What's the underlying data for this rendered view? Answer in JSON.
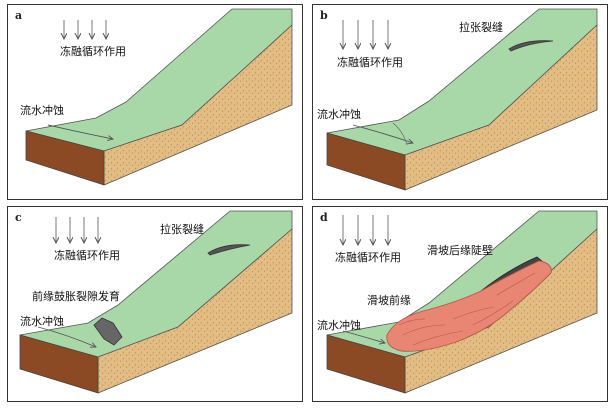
{
  "panels": [
    {
      "id": "a",
      "labels": {
        "freeze_thaw": "冻融循环作用",
        "erosion": "流水冲蚀"
      }
    },
    {
      "id": "b",
      "labels": {
        "freeze_thaw": "冻融循环作用",
        "crack": "拉张裂缝",
        "erosion": "流水冲蚀"
      }
    },
    {
      "id": "c",
      "labels": {
        "freeze_thaw": "冻融循环作用",
        "crack": "拉张裂缝",
        "bulge": "前缘鼓胀裂隙发育",
        "erosion": "流水冲蚀"
      }
    },
    {
      "id": "d",
      "labels": {
        "freeze_thaw": "冻融循环作用",
        "scarp": "滑坡后缘陡壁",
        "front": "滑坡前缘",
        "erosion": "流水冲蚀"
      }
    }
  ],
  "colors": {
    "grass": "#a8d8a8",
    "soil": "#e2bd84",
    "front_face": "#8b4a24",
    "crack": "#555555",
    "slide": "#e88573",
    "border": "#333333"
  }
}
